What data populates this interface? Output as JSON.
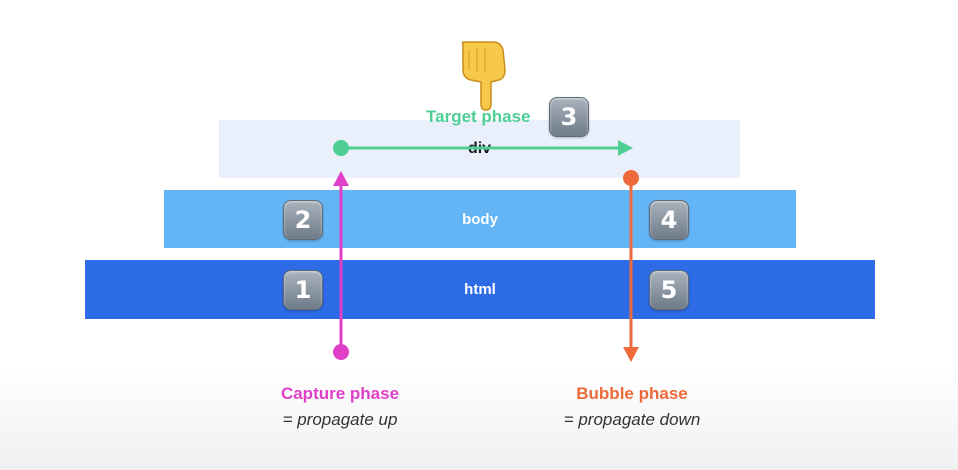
{
  "layers": {
    "div": "div",
    "body": "body",
    "html": "html"
  },
  "badges": {
    "step1": "1",
    "step2": "2",
    "step3": "3",
    "step4": "4",
    "step5": "5"
  },
  "phases": {
    "target": "Target phase",
    "capture_title": "Capture phase",
    "capture_sub": "= propagate up",
    "bubble_title": "Bubble phase",
    "bubble_sub": "= propagate down"
  },
  "colors": {
    "target": "#4fcf94",
    "capture": "#e040c8",
    "bubble": "#ee6a3a",
    "html_layer": "#2e6be6",
    "body_layer": "#64b5f6",
    "div_layer": "#e9f0fc"
  },
  "icons": {
    "pointer": "pointing-hand-icon"
  }
}
